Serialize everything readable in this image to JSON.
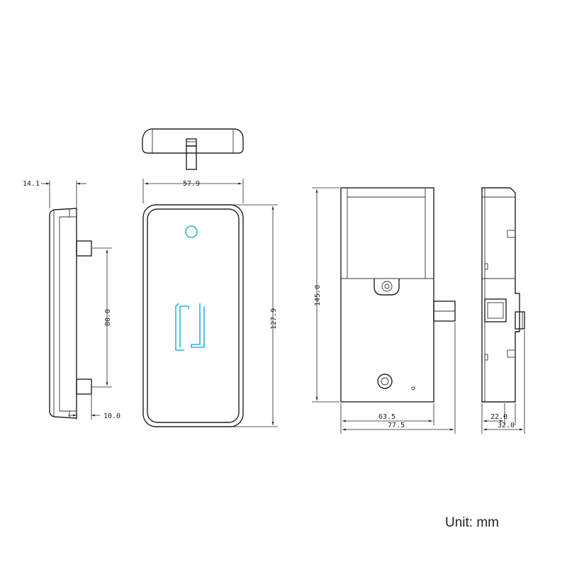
{
  "dimensions": {
    "d_14_1": "14.1",
    "d_57_9": "57.9",
    "d_80_0": "80.0",
    "d_127_9": "127.9",
    "d_10_0": "10.0",
    "d_145_0": "145.0",
    "d_63_5": "63.5",
    "d_77_5": "77.5",
    "d_22_0": "22.0",
    "d_32_0": "32.0"
  },
  "unit_label": "Unit: mm",
  "colors": {
    "line": "#222222",
    "indicator": "#2ab6d8",
    "background": "#ffffff"
  }
}
